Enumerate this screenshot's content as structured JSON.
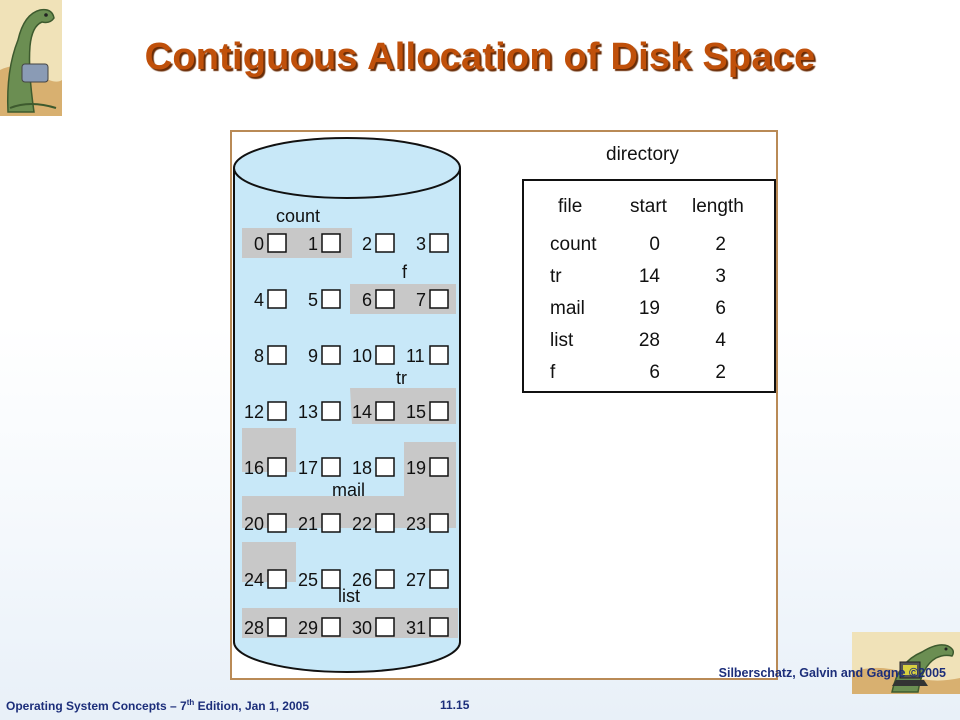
{
  "slide": {
    "title": "Contiguous Allocation of Disk Space"
  },
  "disk": {
    "block_count": 32,
    "file_labels": [
      {
        "name": "count"
      },
      {
        "name": "f"
      },
      {
        "name": "tr"
      },
      {
        "name": "mail"
      },
      {
        "name": "list"
      }
    ]
  },
  "directory": {
    "title": "directory",
    "headers": [
      "file",
      "start",
      "length"
    ],
    "rows": [
      {
        "file": "count",
        "start": "0",
        "length": "2"
      },
      {
        "file": "tr",
        "start": "14",
        "length": "3"
      },
      {
        "file": "mail",
        "start": "19",
        "length": "6"
      },
      {
        "file": "list",
        "start": "28",
        "length": "4"
      },
      {
        "file": "f",
        "start": "6",
        "length": "2"
      }
    ]
  },
  "footer": {
    "left_pre": "Operating System Concepts – 7",
    "left_sup": "th",
    "left_post": " Edition, Jan 1, 2005",
    "center": "11.15",
    "right": "Silberschatz, Galvin and Gagne ©2005"
  },
  "colors": {
    "title": "#c0500a",
    "footer": "#1c2e7a",
    "cylinder": "#c8e8f8",
    "allocated": "#c8c8c8",
    "frame": "#b98a56"
  },
  "icons": [
    "dinosaur-logo-top-left",
    "dinosaur-logo-bottom-right"
  ]
}
